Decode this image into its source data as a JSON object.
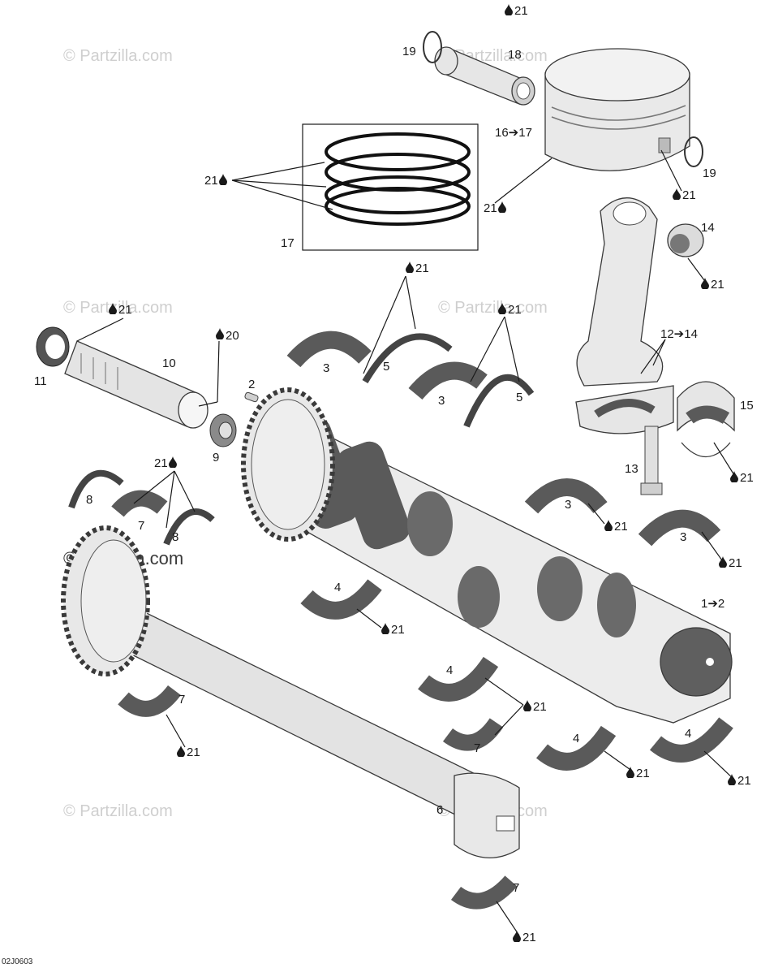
{
  "diagram": {
    "watermark_text": "© Partzilla.com",
    "drawing_code": "02J0603",
    "lube_ref": "21",
    "colors": {
      "part_fill": "#e9e9e9",
      "bearing_dark": "#5a5a5a",
      "line": "#1a1a1a",
      "watermark": "#cfcfcf"
    },
    "labels": {
      "p1_2": "1➔2",
      "p2": "2",
      "p3a": "3",
      "p3b": "3",
      "p3c": "3",
      "p3d": "3",
      "p4a": "4",
      "p4b": "4",
      "p4c": "4",
      "p4d": "4",
      "p5a": "5",
      "p5b": "5",
      "p6": "6",
      "p7a": "7",
      "p7b": "7",
      "p7c": "7",
      "p7d": "7",
      "p8a": "8",
      "p8b": "8",
      "p9": "9",
      "p10": "10",
      "p11": "11",
      "p12_14": "12➔14",
      "p13": "13",
      "p14": "14",
      "p15": "15",
      "p16_17": "16➔17",
      "p17": "17",
      "p18": "18",
      "p19a": "19",
      "p19b": "19",
      "p20": "20"
    }
  }
}
